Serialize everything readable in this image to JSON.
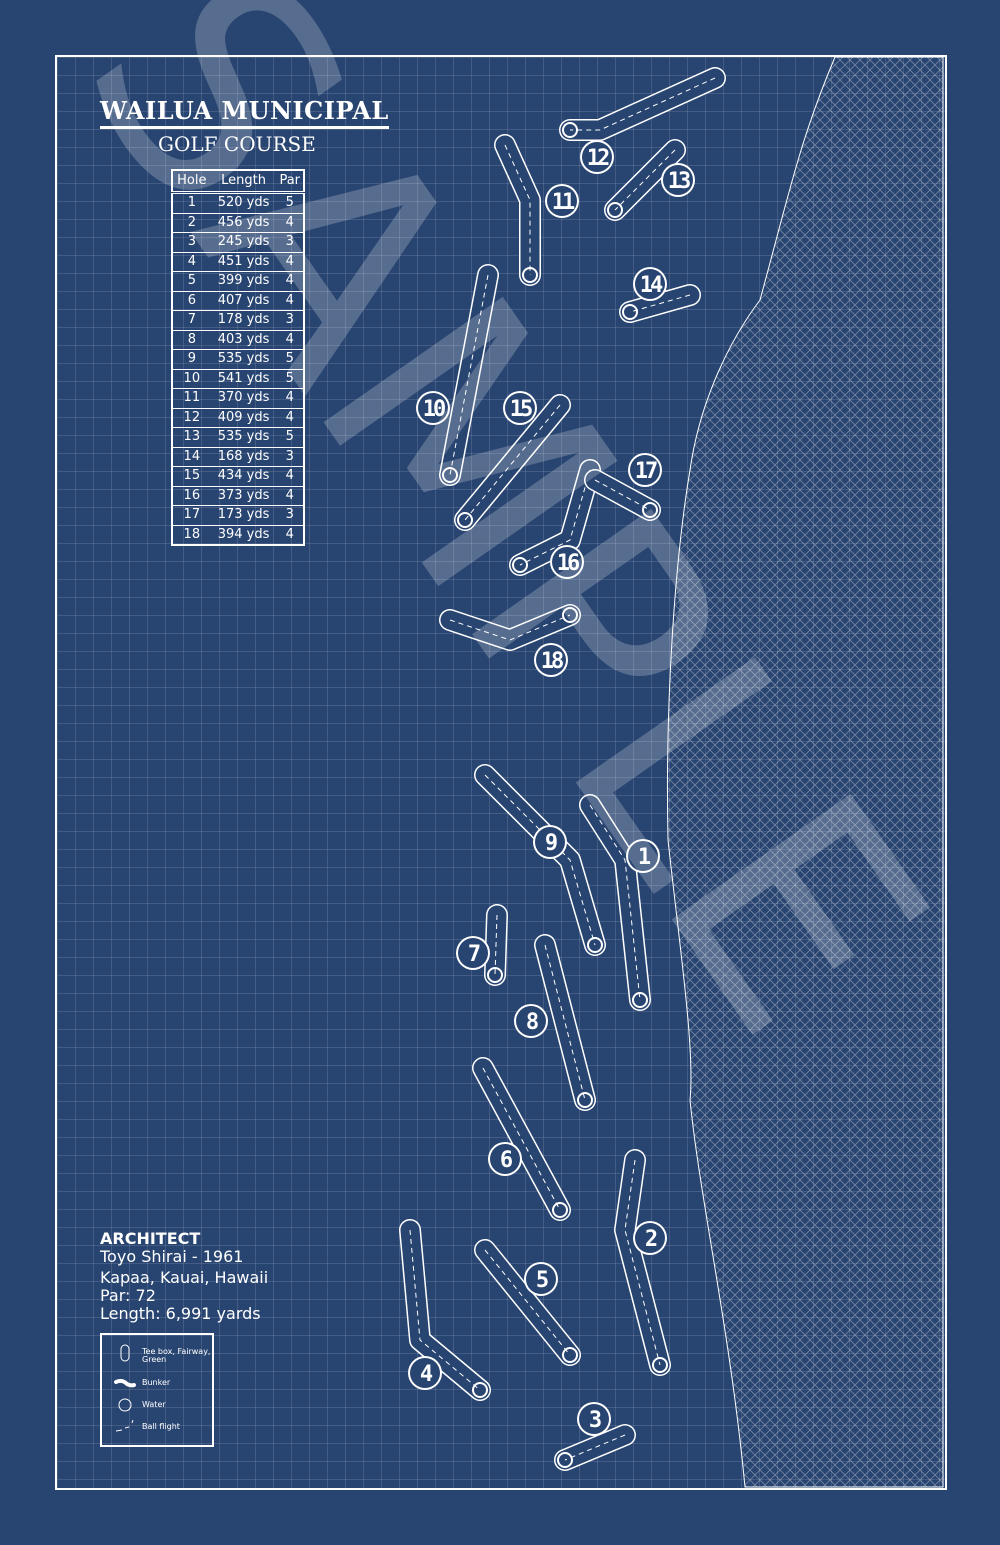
{
  "title": "WAILUA MUNICIPAL",
  "subtitle": "GOLF COURSE",
  "scorecard": {
    "headers": [
      "Hole",
      "Length",
      "Par"
    ],
    "rows": [
      [
        "1",
        "520 yds",
        "5"
      ],
      [
        "2",
        "456 yds",
        "4"
      ],
      [
        "3",
        "245 yds",
        "3"
      ],
      [
        "4",
        "451 yds",
        "4"
      ],
      [
        "5",
        "399 yds",
        "4"
      ],
      [
        "6",
        "407 yds",
        "4"
      ],
      [
        "7",
        "178 yds",
        "3"
      ],
      [
        "8",
        "403 yds",
        "4"
      ],
      [
        "9",
        "535 yds",
        "5"
      ],
      [
        "10",
        "541 yds",
        "5"
      ],
      [
        "11",
        "370 yds",
        "4"
      ],
      [
        "12",
        "409 yds",
        "4"
      ],
      [
        "13",
        "535 yds",
        "5"
      ],
      [
        "14",
        "168 yds",
        "3"
      ],
      [
        "15",
        "434 yds",
        "4"
      ],
      [
        "16",
        "373 yds",
        "4"
      ],
      [
        "17",
        "173 yds",
        "3"
      ],
      [
        "18",
        "394 yds",
        "4"
      ]
    ]
  },
  "info": {
    "heading": "ARCHITECT",
    "architect": "Toyo Shirai  -  1961",
    "location": "Kapaa, Kauai, Hawaii",
    "par": "Par: 72",
    "length": "Length: 6,991 yards"
  },
  "legend": {
    "tee": "Tee box, Fairway, Green",
    "bunker": "Bunker",
    "water": "Water",
    "flight": "Ball flight"
  },
  "watermark": "SAMPLE",
  "holes": [
    "1",
    "2",
    "3",
    "4",
    "5",
    "6",
    "7",
    "8",
    "9",
    "10",
    "11",
    "12",
    "13",
    "14",
    "15",
    "16",
    "17",
    "18"
  ],
  "colors": {
    "background": "#284470",
    "line": "#ffffff"
  }
}
